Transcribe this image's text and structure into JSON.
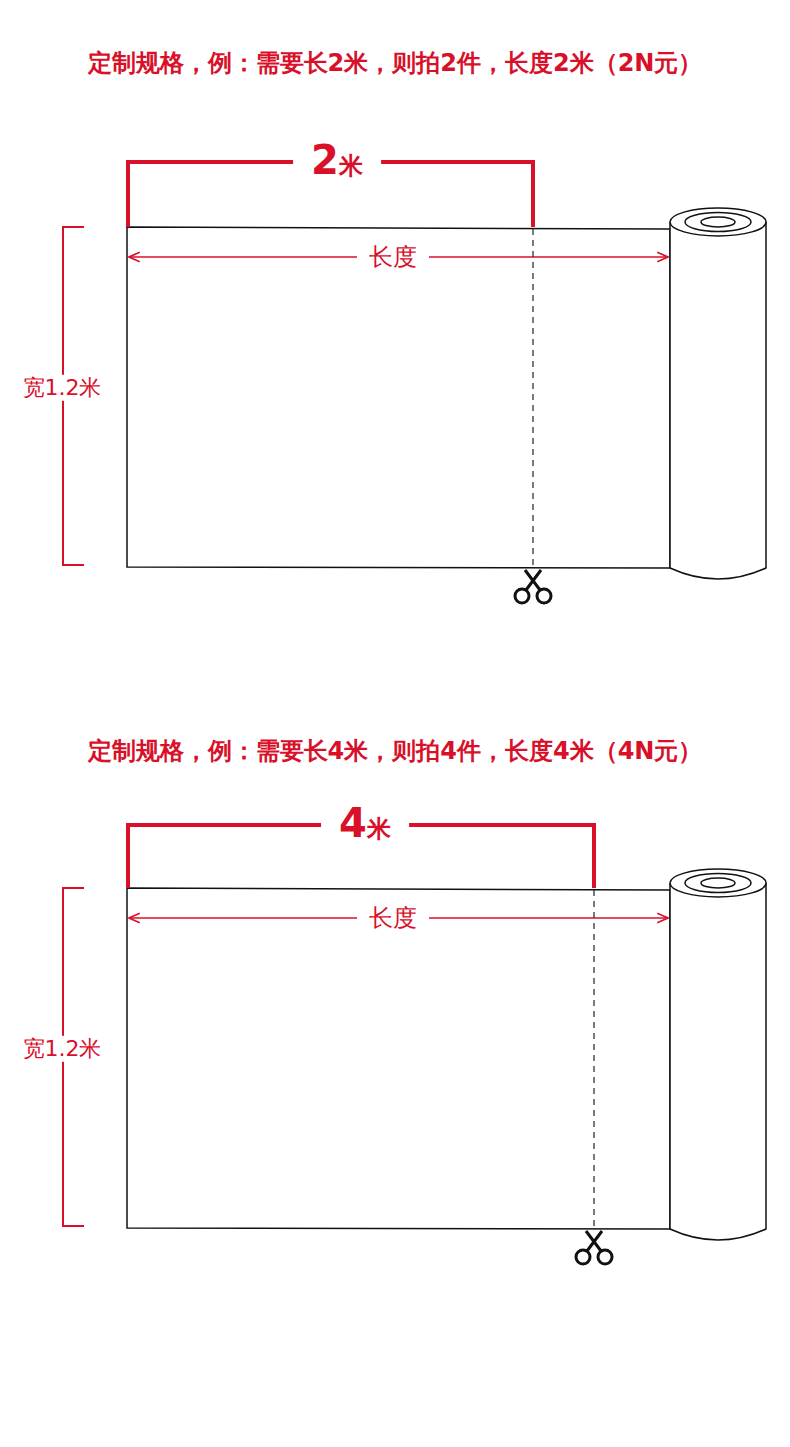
{
  "diagram": {
    "labels": [
      "定制规格，例：需要长2米，则拍2件，长度2米（2N元）",
      "2米",
      "长度",
      "宽1.2米",
      "定制规格，例：需要长4米，则拍4件，长度4米（4N元）",
      "4米",
      "长度",
      "宽1.2米"
    ]
  }
}
